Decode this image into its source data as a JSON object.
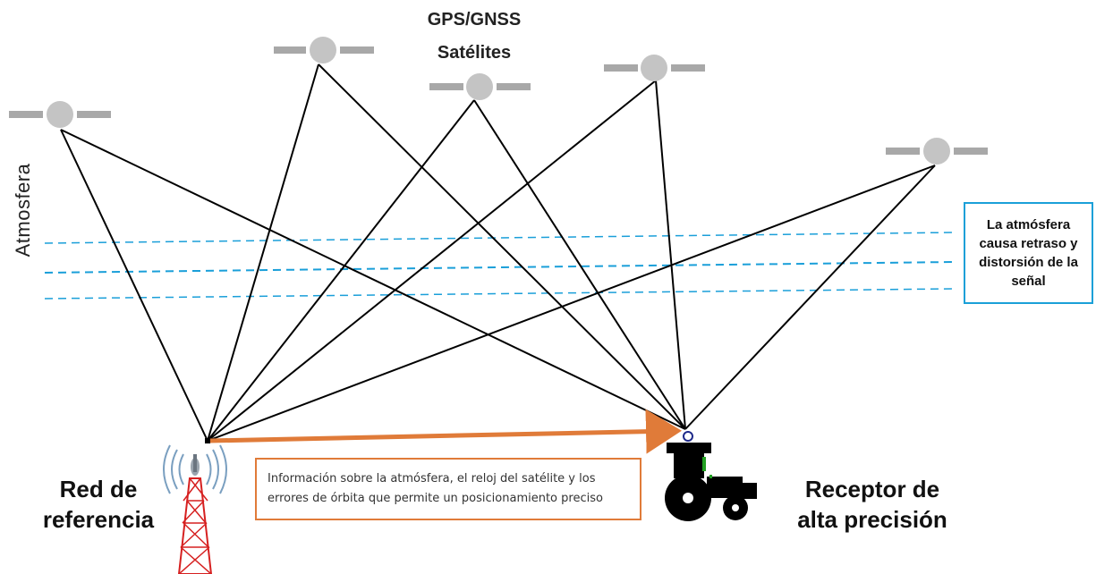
{
  "title": {
    "line1": "GPS/GNSS",
    "line2": "Satélites"
  },
  "atmosphere_label": "Atmosfera",
  "callout": {
    "text": "La atmósfera causa retraso y distorsión de la señal"
  },
  "info_box": {
    "text": "Información sobre la atmósfera, el reloj del satélite y los errores de órbita que permite un posicionamiento preciso"
  },
  "reference_label": {
    "line1": "Red de",
    "line2": "referencia"
  },
  "receiver_label": {
    "line1": "Receptor de",
    "line2": "alta precisión"
  },
  "colors": {
    "signal_line": "#000000",
    "atmosphere_dash": "#1a9fd9",
    "correction_arrow": "#e07b39",
    "satellite": "#b0b0b0",
    "tower": "#d62020",
    "receiver_body": "#000000",
    "receiver_accent": "#22a022",
    "callout_border": "#1aa0d8"
  },
  "icons": {
    "satellite": "satellite-icon",
    "tower": "radio-tower-icon",
    "receiver": "tractor-icon"
  }
}
